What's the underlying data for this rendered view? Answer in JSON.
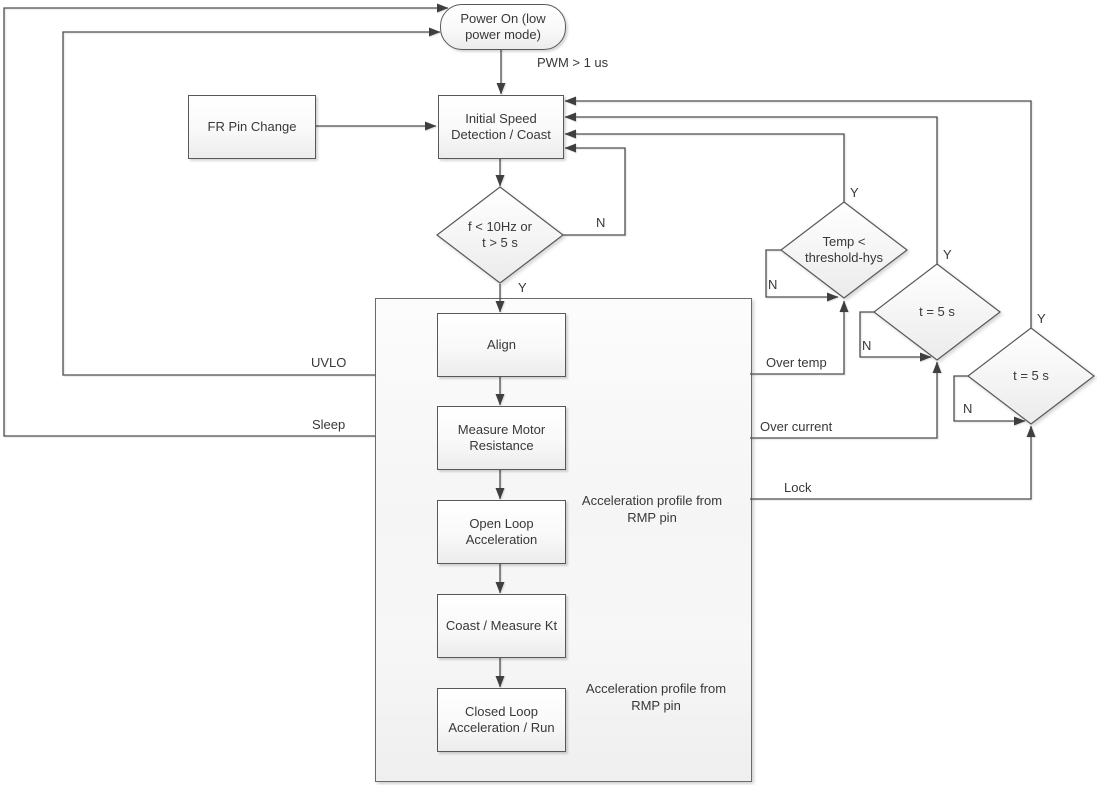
{
  "nodes": {
    "power_on": {
      "label": "Power On (low\npower mode)",
      "shape": "terminator"
    },
    "fr_pin_change": {
      "label": "FR Pin Change",
      "shape": "process"
    },
    "initial_speed": {
      "label": "Initial Speed\nDetection / Coast",
      "shape": "process"
    },
    "freq_check": {
      "label": "f < 10Hz or\nt > 5 s",
      "shape": "decision"
    },
    "align": {
      "label": "Align",
      "shape": "process"
    },
    "measure_resistance": {
      "label": "Measure Motor\nResistance",
      "shape": "process"
    },
    "open_loop": {
      "label": "Open Loop\nAcceleration",
      "shape": "process"
    },
    "coast_measure_kt": {
      "label": "Coast / Measure Kt",
      "shape": "process"
    },
    "closed_loop": {
      "label": "Closed Loop\nAcceleration / Run",
      "shape": "process"
    },
    "temp_check": {
      "label": "Temp <\nthreshold-hys",
      "shape": "decision"
    },
    "lock_timer_1": {
      "label": "t = 5 s",
      "shape": "decision"
    },
    "lock_timer_2": {
      "label": "t = 5 s",
      "shape": "decision"
    }
  },
  "edge_labels": {
    "pwm": "PWM > 1 us",
    "freq_yes": "Y",
    "freq_no": "N",
    "uvlo": "UVLO",
    "sleep": "Sleep",
    "over_temp": "Over temp",
    "over_current": "Over current",
    "lock": "Lock",
    "temp_yes": "Y",
    "temp_no": "N",
    "timer1_yes": "Y",
    "timer1_no": "N",
    "timer2_yes": "Y",
    "timer2_no": "N"
  },
  "annotations": {
    "accel_profile_open_loop": "Acceleration profile from\nRMP pin",
    "accel_profile_closed_loop": "Acceleration profile from\nRMP pin"
  },
  "colors": {
    "line": "#4d4d4d",
    "arrowhead": "#3f3f3f",
    "shape_border": "#585858",
    "shape_fill_top": "#ffffff",
    "shape_fill_bottom": "#ececec",
    "container_fill": "#f4f4f4",
    "text": "#383838",
    "background": "#ffffff"
  }
}
